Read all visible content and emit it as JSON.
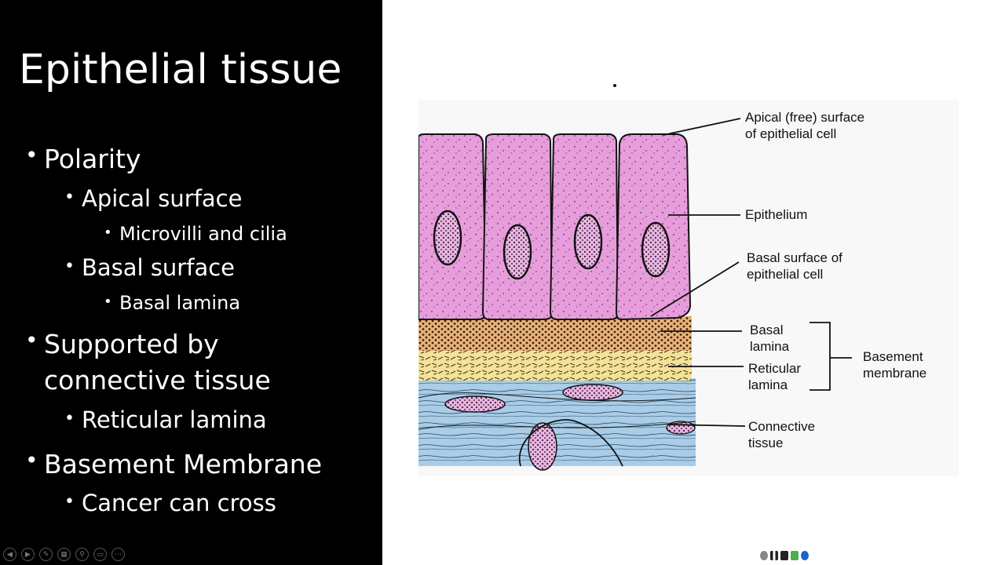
{
  "slide": {
    "title": "Epithelial tissue",
    "bullets": [
      {
        "level": 1,
        "text": "Polarity"
      },
      {
        "level": 2,
        "text": "Apical surface"
      },
      {
        "level": 3,
        "text": "Microvilli and cilia"
      },
      {
        "level": 2,
        "text": "Basal surface"
      },
      {
        "level": 3,
        "text": "Basal lamina"
      },
      {
        "level": 1,
        "text": "Supported by"
      },
      {
        "level": 1,
        "text": "connective tissue"
      },
      {
        "level": 2,
        "text": "Reticular lamina"
      },
      {
        "level": 1,
        "text": "Basement Membrane"
      },
      {
        "level": 2,
        "text": "Cancer can cross"
      }
    ]
  },
  "figure": {
    "labels": {
      "apical_1": "Apical (free) surface",
      "apical_2": "of epithelial cell",
      "epithelium": "Epithelium",
      "basal_surface_1": "Basal surface of",
      "basal_surface_2": "epithelial cell",
      "basal_lamina_1": "Basal",
      "basal_lamina_2": "lamina",
      "reticular_1": "Reticular",
      "reticular_2": "lamina",
      "basement_1": "Basement",
      "basement_2": "membrane",
      "connective_1": "Connective",
      "connective_2": "tissue"
    },
    "colors": {
      "cells": "#e79ddb",
      "basal_lamina": "#e9b27a",
      "reticular_lamina": "#f2e29a",
      "connective": "#a9cde8",
      "background": "#f8f8f8"
    }
  },
  "controls": {
    "player_icons": [
      "previous-icon",
      "next-icon",
      "pen-icon",
      "slides-icon",
      "zoom-icon",
      "subtitles-icon",
      "more-icon"
    ],
    "toolbar_icons": [
      "back-icon",
      "pause-icon",
      "stop-icon",
      "green-icon",
      "settings-icon"
    ]
  }
}
